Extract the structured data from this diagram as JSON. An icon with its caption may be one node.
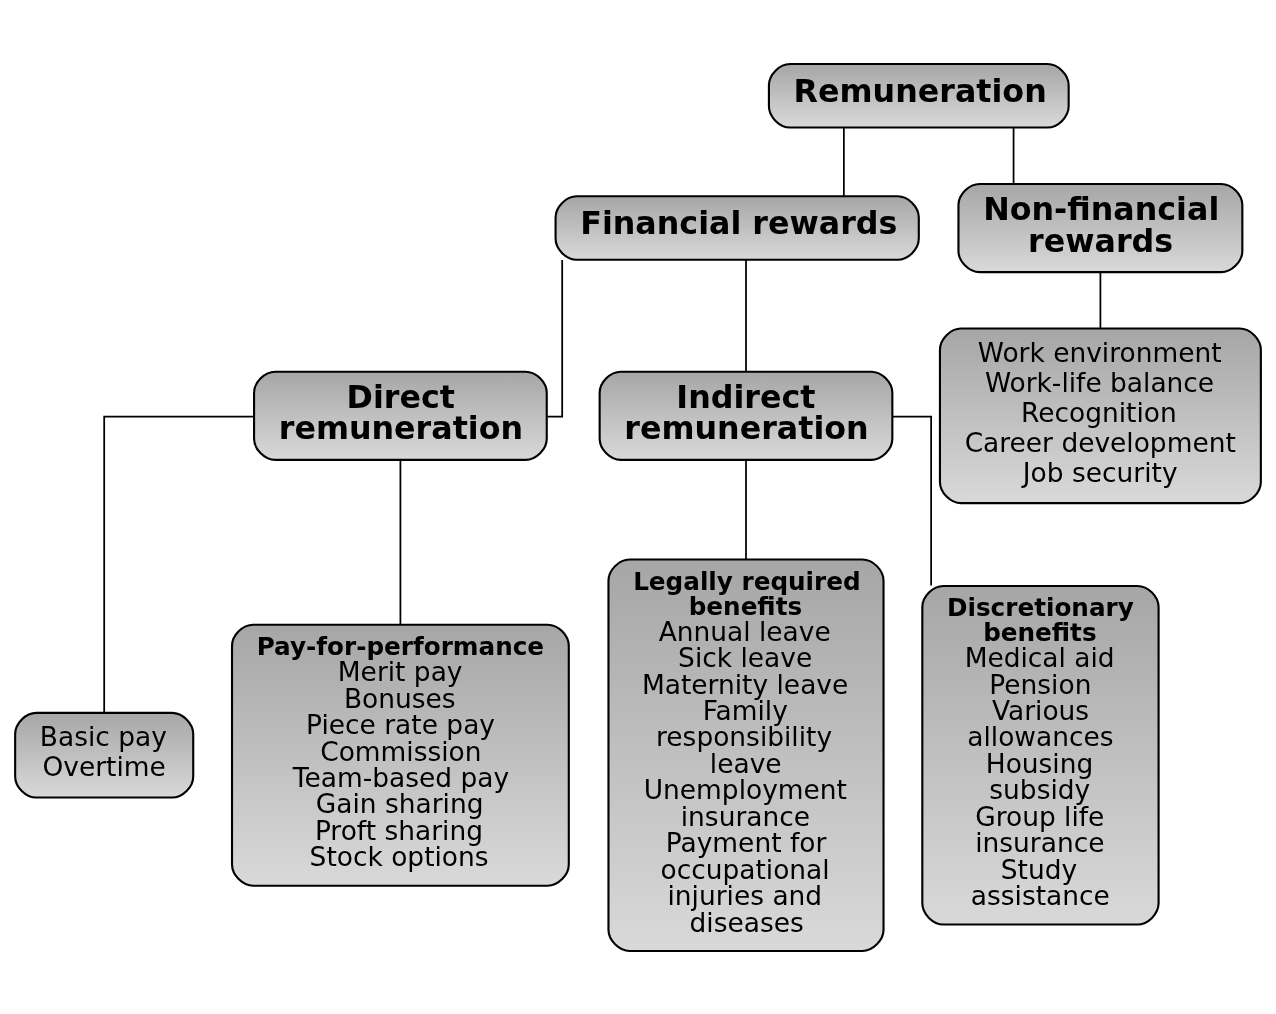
{
  "diagram": {
    "nodes": [
      {
        "text": [
          "Remuneration"
        ]
      },
      {
        "text": [
          "Financial rewards"
        ]
      },
      {
        "text": [
          "Non-financial rewards"
        ]
      },
      {
        "text": [
          "Direct remuneration"
        ]
      },
      {
        "text": [
          "Indirect remuneration"
        ]
      },
      {
        "text": [
          "Basic pay",
          "Overtime"
        ]
      },
      {
        "text": [
          "Pay-for-performance",
          "Merit pay",
          "Bonuses",
          "Piece rate pay",
          "Commission",
          "Team-based pay",
          "Gain sharing",
          "Proft sharing",
          "Stock options"
        ]
      },
      {
        "text": [
          "Legally required benefits",
          "Annual leave",
          "Sick leave",
          "Maternity leave",
          "Family responsibility leave",
          "Unemployment insurance",
          "Payment for occupational injuries and diseases"
        ]
      },
      {
        "text": [
          "Discretionary benefits",
          "Medical aid",
          "Pension",
          "Various allowances",
          "Housing subsidy",
          "Group life insurance",
          "Study assistance"
        ]
      },
      {
        "text": [
          "Work environment",
          "Work-life balance",
          "Recognition",
          "Career development",
          "Job security"
        ]
      }
    ],
    "edges": [
      {
        "from": 0,
        "to": 1,
        "arrow": "none"
      },
      {
        "from": 0,
        "to": 2,
        "arrow": "none"
      },
      {
        "from": 1,
        "to": 3,
        "arrow": "none"
      },
      {
        "from": 1,
        "to": 4,
        "arrow": "none"
      },
      {
        "from": 3,
        "to": 5,
        "arrow": "none"
      },
      {
        "from": 3,
        "to": 6,
        "arrow": "none"
      },
      {
        "from": 4,
        "to": 7,
        "arrow": "none"
      },
      {
        "from": 4,
        "to": 8,
        "arrow": "none"
      },
      {
        "from": 2,
        "to": 9,
        "arrow": "none"
      }
    ]
  }
}
